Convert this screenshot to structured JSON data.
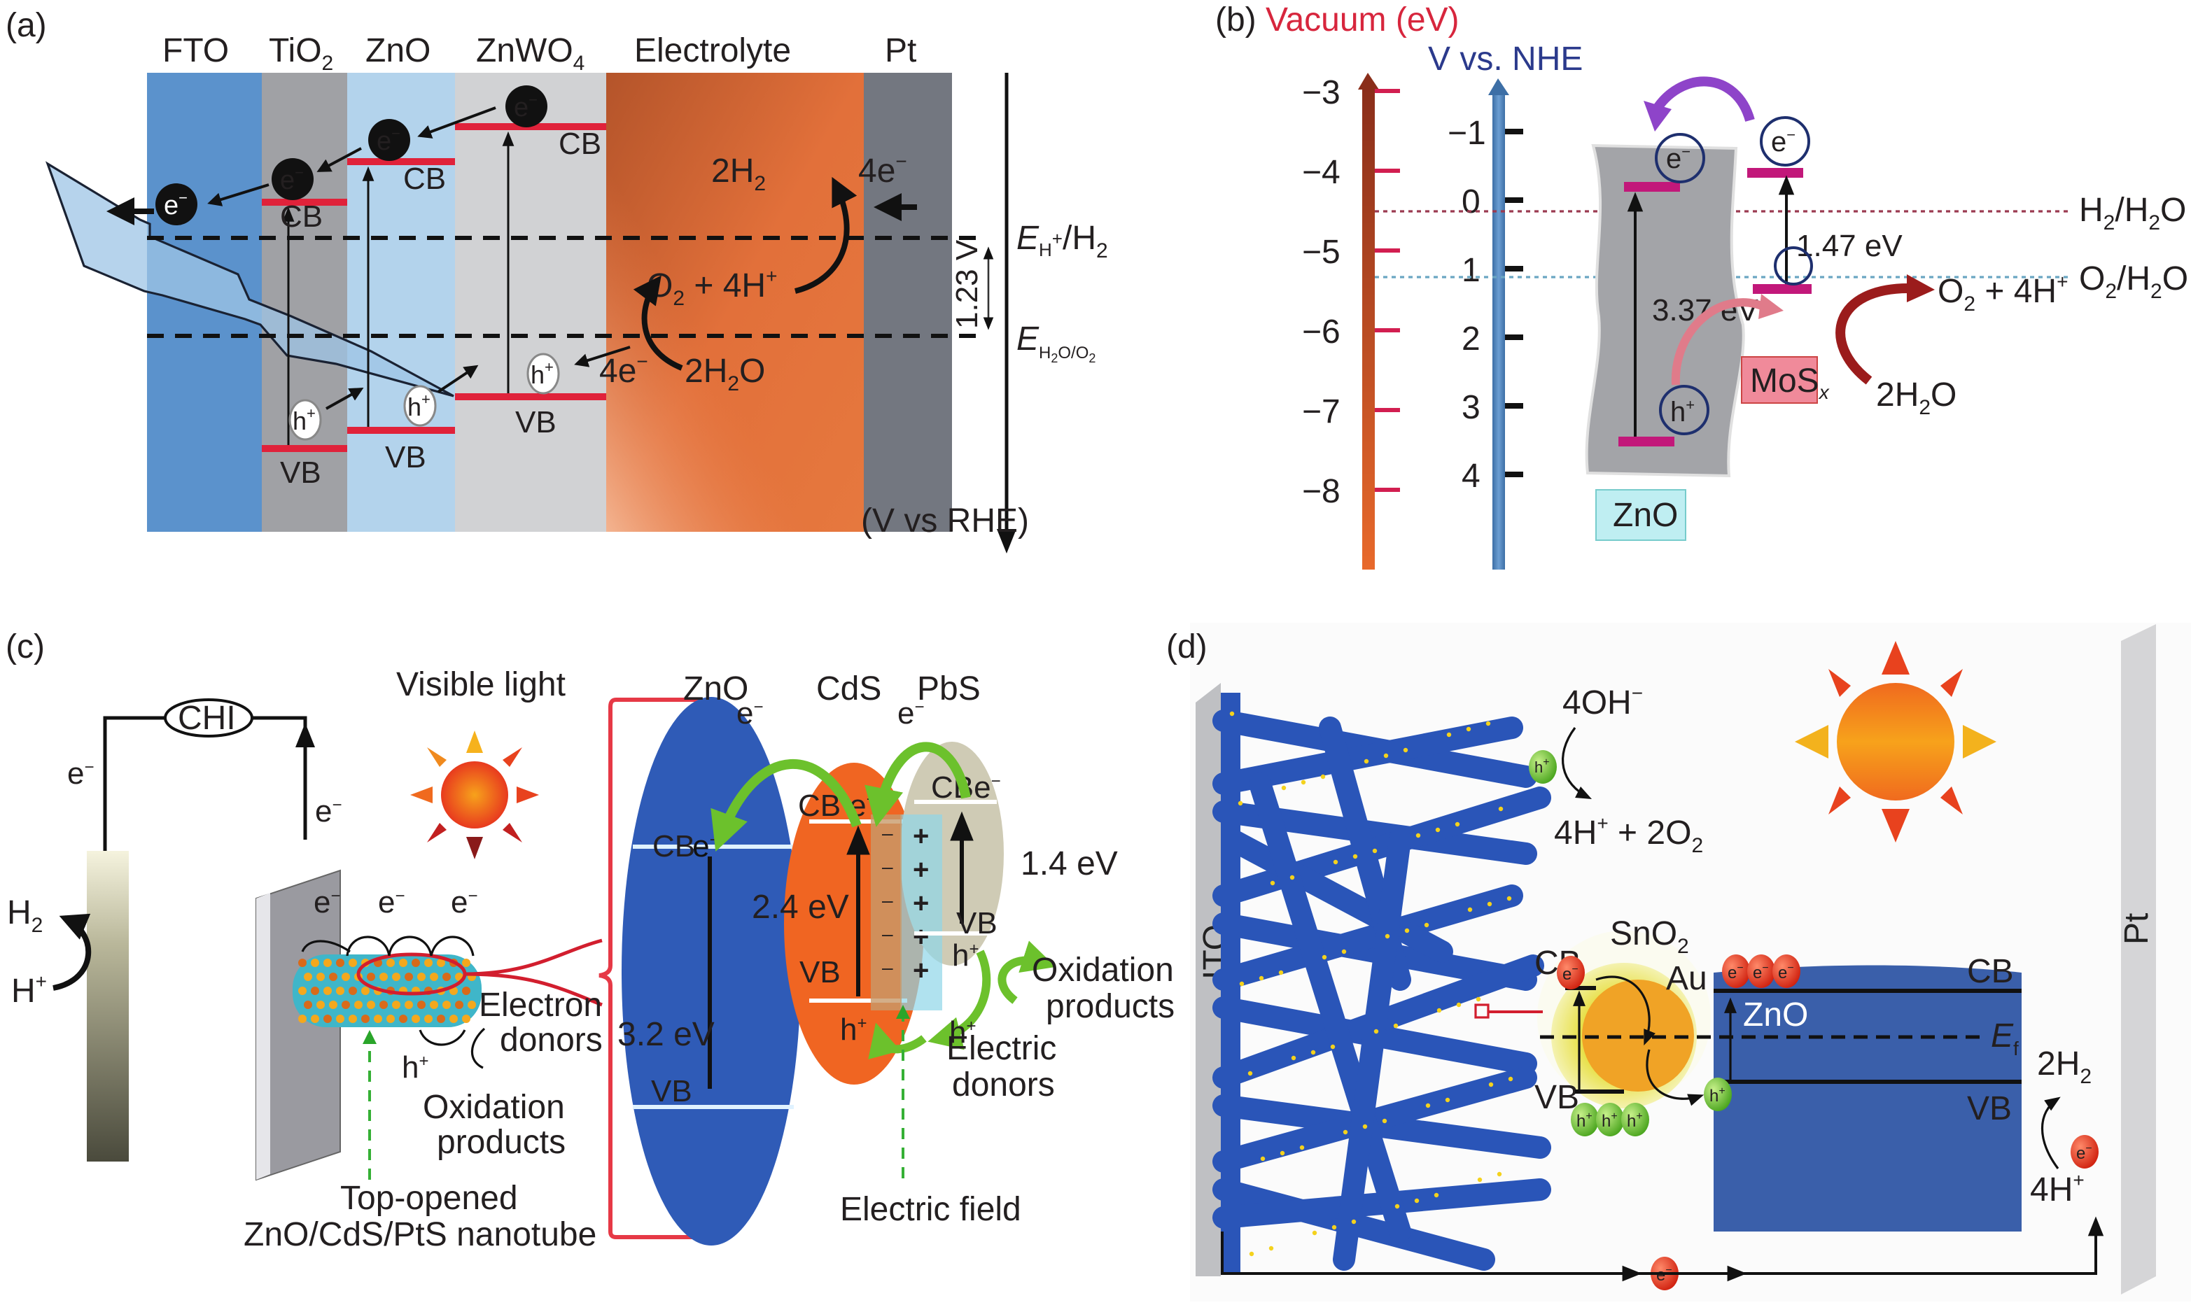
{
  "figure": {
    "panels": [
      {
        "id": "a",
        "label": "(a)",
        "layers": [
          "FTO",
          "TiO",
          "ZnO",
          "ZnWO",
          "Electrolyte",
          "Pt"
        ],
        "layer_subscripts": {
          "TiO": "2",
          "ZnWO": "4"
        },
        "band_labels": {
          "cb": "CB",
          "vb": "VB"
        },
        "carriers": {
          "electron": "e",
          "electron_sup": "−",
          "hole": "h",
          "hole_sup": "+"
        },
        "reactions": {
          "h2": "2H",
          "h2_sub": "2",
          "four_e": "4e",
          "four_e_sup": "−",
          "o2_left": "O",
          "o2_sub": "2",
          "o2_right": " + 4H",
          "o2_sup": "+",
          "water": "2H",
          "water_sub": "2",
          "water_o": "O"
        },
        "potentials": {
          "h_label": "E",
          "h_sub1": "H",
          "h_sup": "+",
          "h_rest": "/H",
          "h_sub2": "2",
          "o_label": "E",
          "o_sub": "H",
          "o_sub2": "2",
          "o_rest": "O/O",
          "o_sub3": "2",
          "gap": "1.23 V",
          "axis": "(V vs RHE)"
        }
      },
      {
        "id": "b",
        "label": "(b)",
        "vacuum_title": "Vacuum (eV)",
        "nhe_title": "V vs. NHE",
        "vacuum_ticks": [
          "−3",
          "−4",
          "−5",
          "−6",
          "−7",
          "−8"
        ],
        "nhe_ticks": [
          "−1",
          "0",
          "1",
          "2",
          "3",
          "4"
        ],
        "electron": "e",
        "electron_sup": "−",
        "hole": "h",
        "hole_sup": "+",
        "zno_gap": "3.37 eV",
        "mos_gap": "1.47 eV",
        "h2_level": "H",
        "h2_level_sub": "2",
        "h2_level_rest": "/H",
        "h2_level_sub2": "2",
        "h2_level_o": "O",
        "o2_level": "O",
        "o2_level_sub": "2",
        "o2_level_rest": "/H",
        "o2_level_sub2": "2",
        "o2_level_o": "O",
        "product": "O",
        "product_sub": "2",
        "product_rest": " + 4H",
        "product_sup": "+",
        "reactant": "2H",
        "reactant_sub": "2",
        "reactant_o": "O",
        "mos_label": "MoS",
        "mos_sub": "x",
        "zno_label": "ZnO",
        "colors": {
          "vacuum": "#d7263d",
          "nhe": "#2b3a8c",
          "mos_box": "#f08a9a",
          "zno_box": "#bfeef2",
          "purple_arrow": "#8e44c9",
          "dark_red_arrow": "#9b1c1c"
        }
      },
      {
        "id": "c",
        "label": "(c)",
        "visible_light": "Visible light",
        "meter": "CHI",
        "electron": "e",
        "electron_sup": "−",
        "hole": "h",
        "hole_sup": "+",
        "h2": "H",
        "h2_sub": "2",
        "hplus": "H",
        "hplus_sup": "+",
        "electron_donors": [
          "Electron",
          "donors"
        ],
        "oxidation_products_left": [
          "Oxidation",
          "products"
        ],
        "nanotube": [
          "Top-opened",
          "ZnO/CdS/PtS nanotube"
        ],
        "materials": [
          "ZnO",
          "CdS",
          "PbS"
        ],
        "band_labels": {
          "cb": "CB",
          "vb": "VB"
        },
        "gaps": [
          "3.2 eV",
          "2.4 eV",
          "1.4 eV"
        ],
        "oxidation_products_right": [
          "Oxidation",
          "products"
        ],
        "electric_donors": [
          "Electric",
          "donors"
        ],
        "electric_field": "Electric field"
      },
      {
        "id": "d",
        "label": "(d)",
        "ito": "ITO",
        "pt": "Pt",
        "oh": "4OH",
        "oh_sup": "−",
        "o2_products": "4H",
        "o2_products_sup": "+",
        "o2_products_rest": " + 2O",
        "o2_products_sub": "2",
        "sno2": "SnO",
        "sno2_sub": "2",
        "au": "Au",
        "zno": "ZnO",
        "band_labels": {
          "cb": "CB",
          "vb": "VB"
        },
        "fermi": "E",
        "fermi_sub": "f",
        "h2": "2H",
        "h2_sub": "2",
        "hplus": "4H",
        "hplus_sup": "+",
        "electron": "e",
        "electron_sup": "−",
        "hole": "h",
        "hole_sup": "+"
      }
    ]
  }
}
